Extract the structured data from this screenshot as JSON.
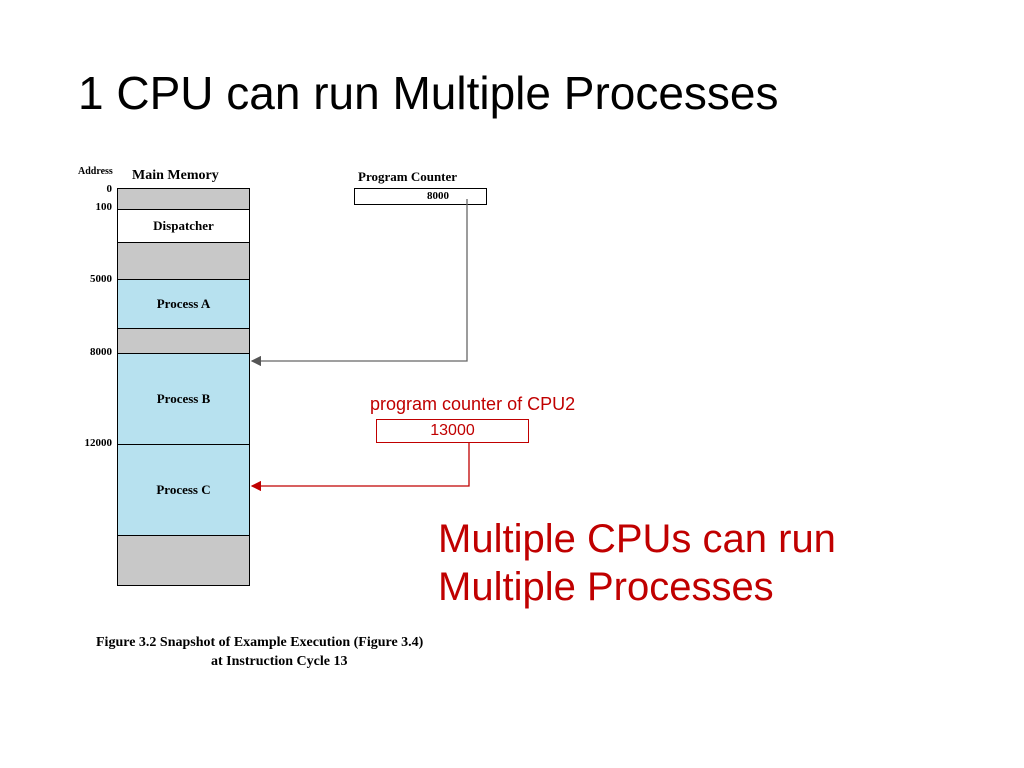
{
  "title": "1 CPU can run Multiple Processes",
  "diagram": {
    "address_header": "Address",
    "memory_header": "Main Memory",
    "addresses": [
      "0",
      "100",
      "5000",
      "8000",
      "12000"
    ],
    "segments": [
      {
        "label": "",
        "color": "#c8c8c8"
      },
      {
        "label": "Dispatcher",
        "color": "#ffffff"
      },
      {
        "label": "",
        "color": "#c8c8c8"
      },
      {
        "label": "Process A",
        "color": "#b7e1ef"
      },
      {
        "label": "",
        "color": "#c8c8c8"
      },
      {
        "label": "Process B",
        "color": "#b7e1ef"
      },
      {
        "label": "Process C",
        "color": "#b7e1ef"
      },
      {
        "label": "",
        "color": "#c8c8c8"
      }
    ],
    "program_counter_header": "Program Counter",
    "program_counter_value": "8000",
    "cpu2_label": "program counter of CPU2",
    "cpu2_value": "13000",
    "caption_line1": "Figure 3.2  Snapshot of Example Execution (Figure 3.4)",
    "caption_line2": "at Instruction Cycle 13"
  },
  "note_line1": "Multiple CPUs can run",
  "note_line2": "Multiple Processes",
  "colors": {
    "accent": "#c00000",
    "process": "#b7e1ef",
    "free": "#c8c8c8"
  }
}
